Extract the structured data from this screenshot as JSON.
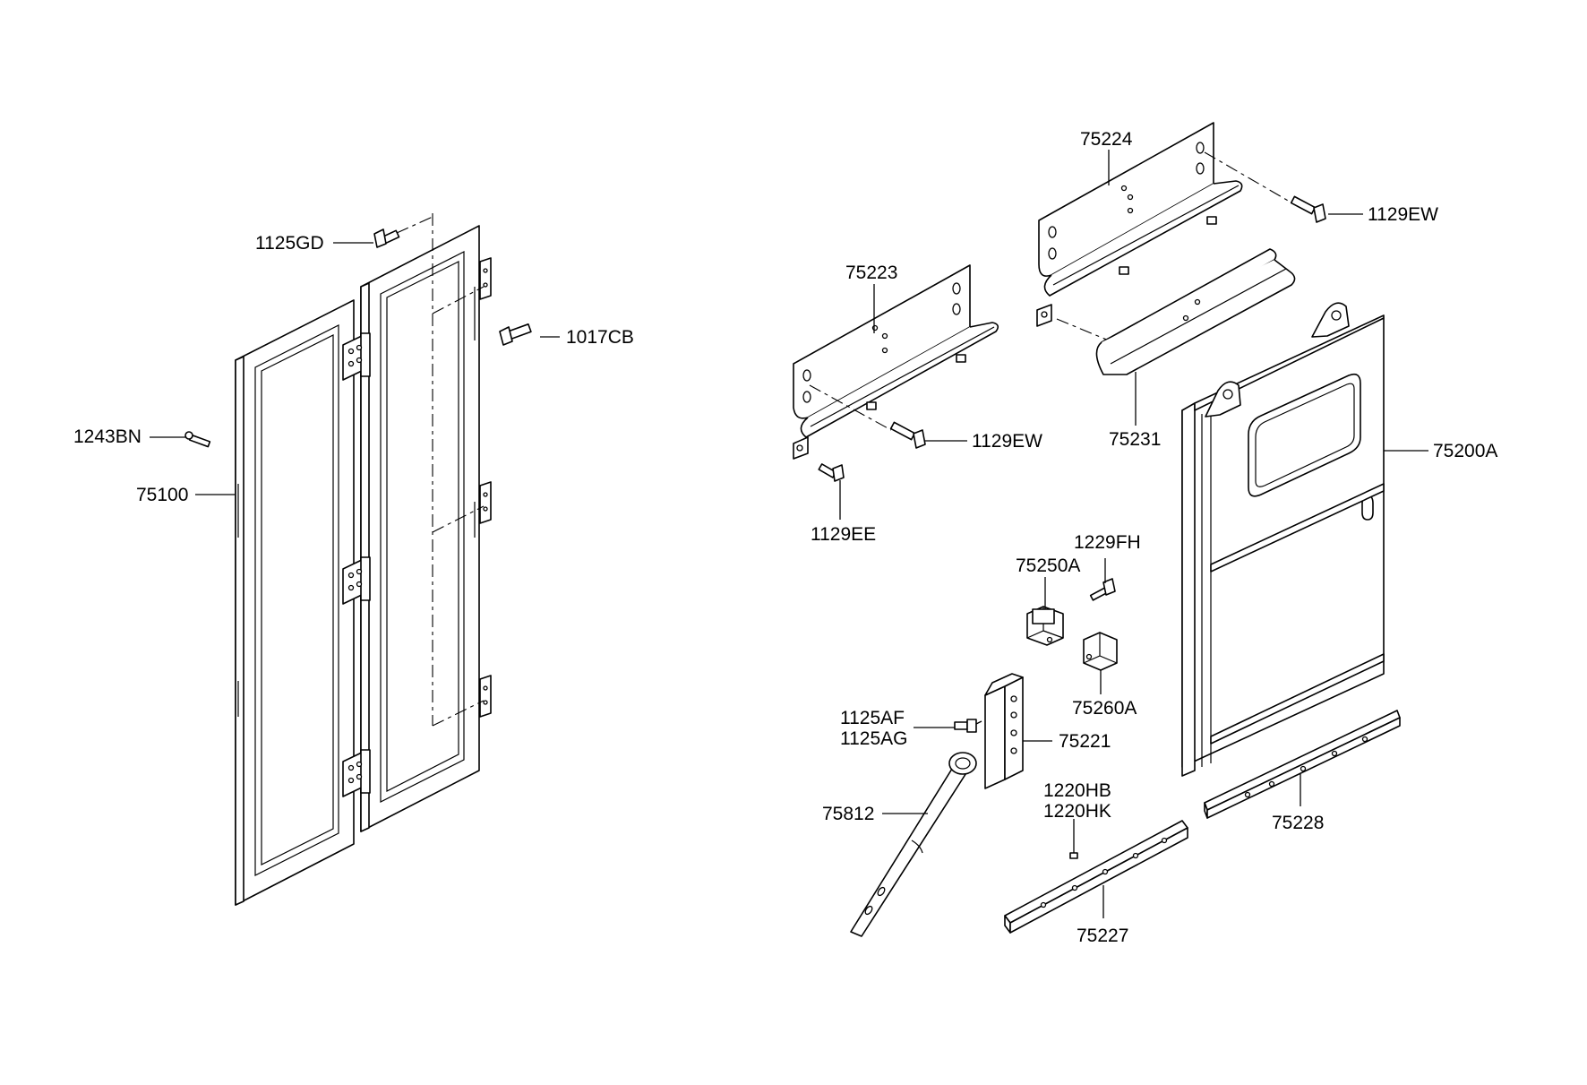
{
  "diagram": {
    "labels": {
      "p1125GD": "1125GD",
      "p1017CB": "1017CB",
      "p1243BN": "1243BN",
      "p75100": "75100",
      "p75223": "75223",
      "p75224": "75224",
      "p1129EW_a": "1129EW",
      "p1129EW_b": "1129EW",
      "p1129EE": "1129EE",
      "p75231": "75231",
      "p75200A": "75200A",
      "p1229FH": "1229FH",
      "p75250A": "75250A",
      "p75260A": "75260A",
      "p1125AF": "1125AF",
      "p1125AG": "1125AG",
      "p75221": "75221",
      "p75812": "75812",
      "p1220HB": "1220HB",
      "p1220HK": "1220HK",
      "p75227": "75227",
      "p75228": "75228"
    }
  }
}
